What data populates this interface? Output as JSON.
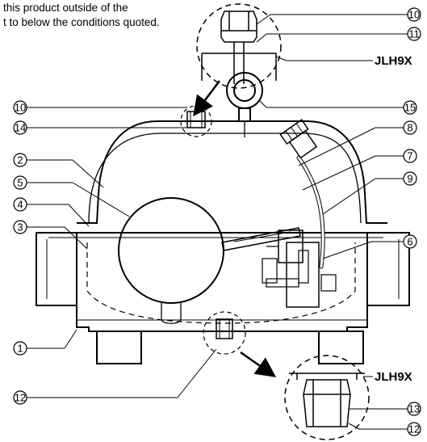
{
  "note": {
    "line1": "this product outside of the",
    "line2": "t to below the conditions quoted."
  },
  "detail_labels": {
    "top_model": "JLH9X",
    "bottom_model": "JLH9X"
  },
  "callouts": {
    "c1": "1",
    "c2": "2",
    "c3": "3",
    "c4": "4",
    "c5": "5",
    "c6": "6",
    "c7": "7",
    "c8": "8",
    "c9": "9",
    "c10_top": "10",
    "c10_body": "10",
    "c11": "11",
    "c12_body": "12",
    "c12_detail": "12",
    "c13": "13",
    "c14": "14",
    "c15": "15"
  },
  "colors": {
    "line": "#000000",
    "background": "#ffffff"
  }
}
